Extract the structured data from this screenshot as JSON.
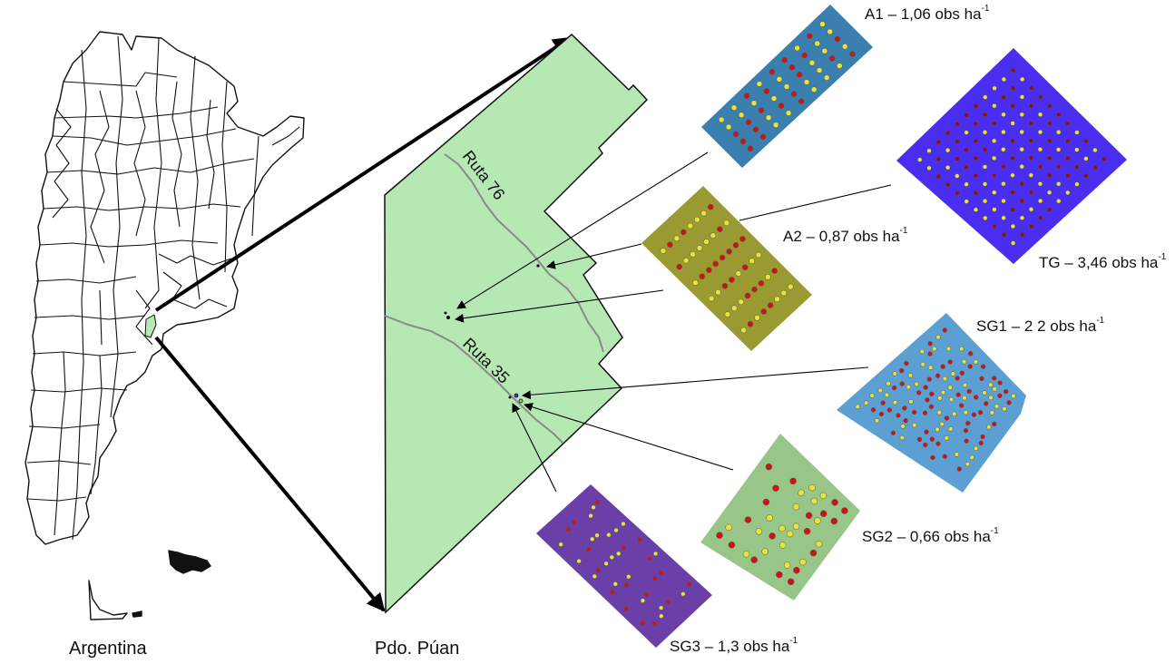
{
  "figure": {
    "country_caption": "Argentina",
    "district_caption": "Pdo. Púan",
    "roads": [
      {
        "id": "ruta76",
        "label": "Ruta 76"
      },
      {
        "id": "ruta35",
        "label": "Ruta 35"
      }
    ],
    "fields": [
      {
        "id": "A1",
        "name": "A1",
        "density": "1,06",
        "unit": "obs ha",
        "exponent": "-1",
        "label": "A1 – 1,06 obs ha",
        "fill": "#3a7fae"
      },
      {
        "id": "TG",
        "name": "TG",
        "density": "3,46",
        "unit": "obs ha",
        "exponent": "-1",
        "label": "TG – 3,46 obs ha",
        "fill": "#4a2ef0"
      },
      {
        "id": "A2",
        "name": "A2",
        "density": "0,87",
        "unit": "obs ha",
        "exponent": "-1",
        "label": "A2 – 0,87 obs ha",
        "fill": "#9a9a32"
      },
      {
        "id": "SG1",
        "name": "SG1",
        "density": "2 2",
        "unit": "obs ha",
        "exponent": "-1",
        "label": "SG1 – 2 2 obs ha",
        "fill": "#5b9fd3"
      },
      {
        "id": "SG2",
        "name": "SG2",
        "density": "0,66",
        "unit": "obs ha",
        "exponent": "-1",
        "label": "SG2 – 0,66 obs ha",
        "fill": "#98c588"
      },
      {
        "id": "SG3",
        "name": "SG3",
        "density": "1,3",
        "unit": "obs ha",
        "exponent": "-1",
        "label": "SG3 – 1,3 obs ha",
        "fill": "#6a3fa8"
      }
    ],
    "colors": {
      "district_fill": "#b6e8b4",
      "road": "#8a8a8a",
      "point_red": "#cc1414",
      "point_yellow": "#e8e23a",
      "outline": "#111111"
    }
  }
}
